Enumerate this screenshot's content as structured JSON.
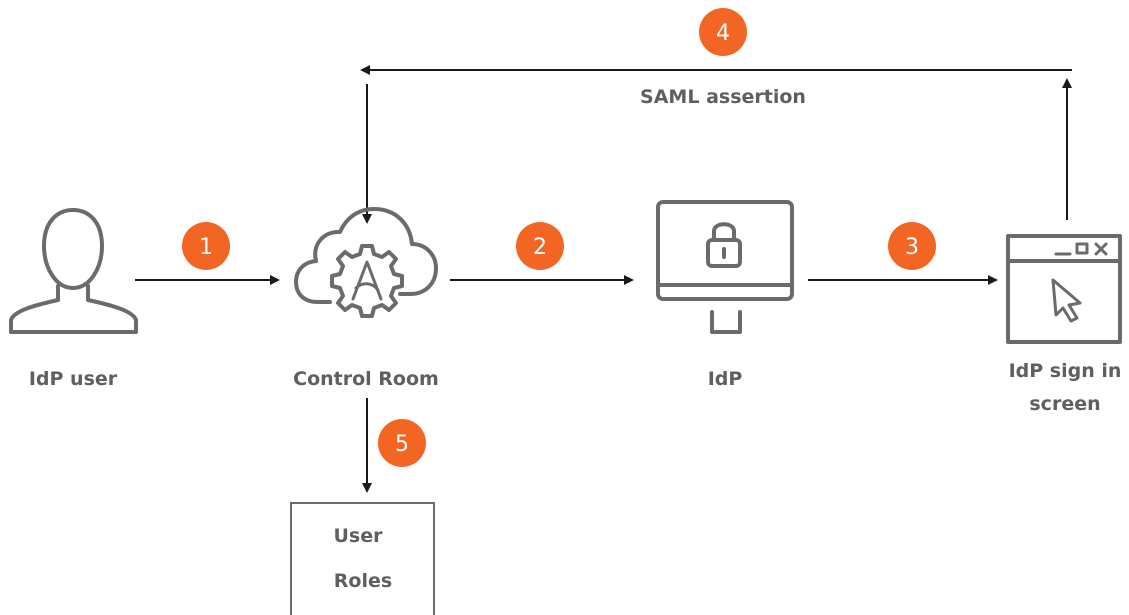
{
  "colors": {
    "badge": "#f26522",
    "icon": "#6b6b6b",
    "label": "#5f5f5f",
    "arrow": "#1a1a1a"
  },
  "nodes": {
    "idp_user": {
      "icon": "user-icon",
      "label": "IdP user"
    },
    "control_room": {
      "icon": "cloud-gear-icon",
      "label": "Control Room"
    },
    "idp": {
      "icon": "monitor-lock-icon",
      "label": "IdP"
    },
    "idp_sign_in": {
      "icon": "browser-window-cursor-icon",
      "label_line1": "IdP sign in",
      "label_line2": "screen"
    },
    "user_roles": {
      "line1": "User",
      "line2": "Roles"
    }
  },
  "steps": {
    "s1": "1",
    "s2": "2",
    "s3": "3",
    "s4": "4",
    "s5": "5"
  },
  "edges": {
    "saml_label": "SAML assertion"
  }
}
